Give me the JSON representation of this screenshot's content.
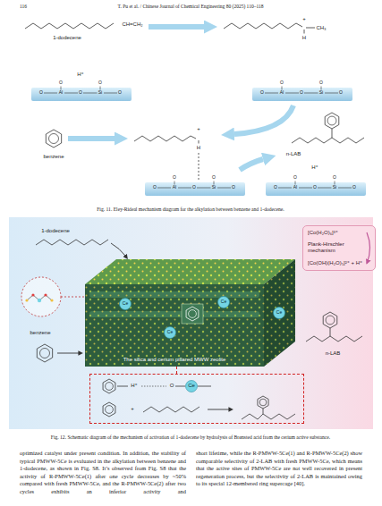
{
  "diagram": {
    "nodes": [
      {
        "text": [
          "The silica and cerium pillared MWW zeolite"
        ]
      },
      {
        "text": [
          "[Co(H₂O)₆]³⁺",
          "Plank-Hirschler mechanism",
          "[Co(OH)(H₂O)₅]²⁺ + H⁺"
        ]
      },
      {
        "text": [
          "H⁺",
          "O",
          "Ce",
          "+"
        ]
      }
    ],
    "edges": [
      {
        "from": 0,
        "to": 2,
        "arrow": "none"
      }
    ],
    "labels": [
      "116",
      "T. Pu et al. / Chinese Journal of Chemical Engineering 80 (2025) 110–118",
      "1-dodecene",
      "CH=CH₂",
      "H⁺",
      "O",
      "Al",
      "O",
      "Si",
      "O",
      "O",
      "O",
      "+",
      "H",
      "CH₃",
      "O",
      "Al",
      "O",
      "Si",
      "O",
      "O",
      "O",
      "benzene",
      "+",
      "H",
      "O",
      "Al",
      "O",
      "Si",
      "O",
      "O",
      "O",
      "n-LAB",
      "H⁺",
      "O",
      "Al",
      "O",
      "Si",
      "O",
      "O",
      "O",
      "Fig. 11. Eley-Rideal mechanism diagram for the alkylation between benzene and 1-dodecene.",
      "1-dodecene",
      "benzene",
      "n-LAB",
      "Ce",
      "Ce",
      "Ce",
      "Ce",
      "Fig. 12. Schematic diagram of the mechanism of activation of 1-dodecene by hydrolysis of Brønsted acid from the cerium active substance.",
      "optimized catalyst under present condition. In addition, the stability of typical PMWW-5Ce is evaluated in the alkylation between benzene and 1-dodecene, as shown in Fig. S8. It’s observed from Fig. S8 that the activity of R-PMWW-5Ce(1) after one cycle decreases by ~50% compared with fresh PMWW-5Ce, and the R-PMWW-5Ce(2) after two cycles exhibits an inferior activity and",
      "short lifetime, while the R-PMWW-5Ce(1) and R-PMWW-5Ce(2) show comparable selectivity of 2-LAB with fresh PMWW-5Ce, which means that the active sites of PMWW-5Ce are not well recovered in present regeneration process, but the selectivity of 2-LAB is maintained owing to its special 12-membered ring supercage [40]."
    ]
  }
}
